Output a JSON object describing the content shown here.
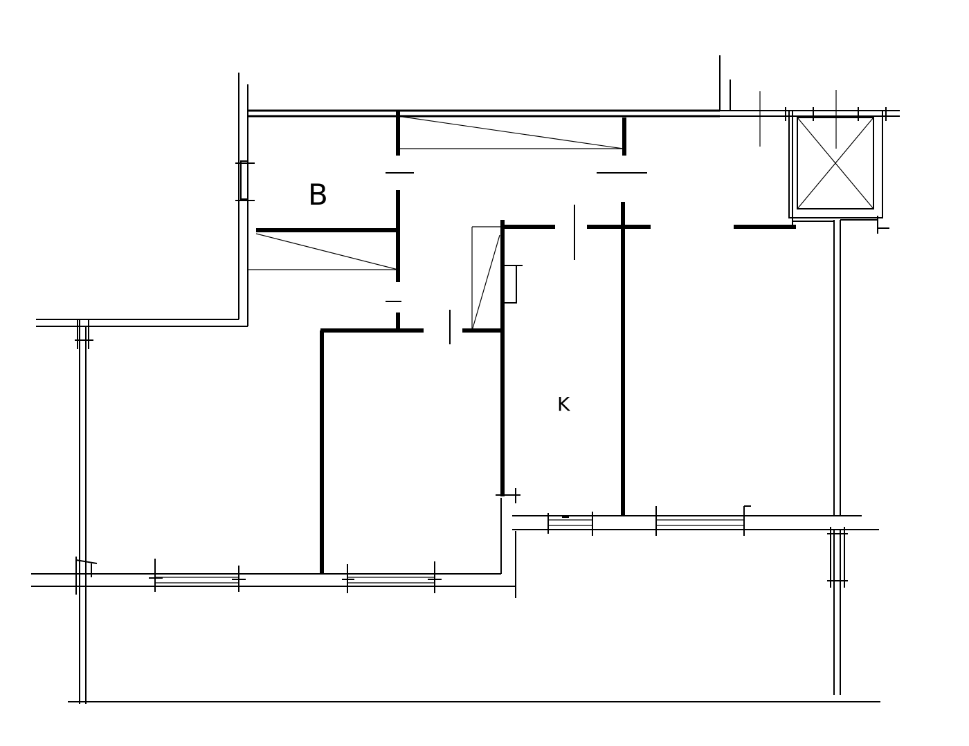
{
  "floorplan": {
    "rooms": [
      {
        "id": "bathroom",
        "label": "B"
      },
      {
        "id": "kitchen",
        "label": "K"
      }
    ],
    "colors": {
      "line": "#000000",
      "background": "#ffffff"
    }
  }
}
